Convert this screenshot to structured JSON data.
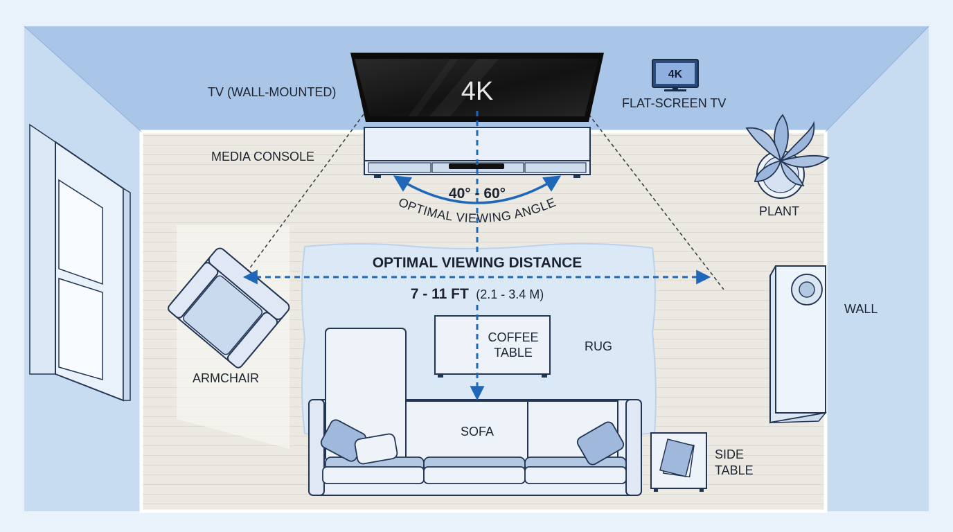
{
  "colors": {
    "background": "#e9f1fa",
    "back_wall": "#a9c6e8",
    "side_wall": "#c7dcf1",
    "floor": "#ece9e2",
    "rug": "#dbe8f5",
    "furniture_fill": "#e9f0f9",
    "furniture_stroke": "#223552",
    "accent_blue": "#1f67b8",
    "cushion": "#b3c8e3",
    "screen": "#151515"
  },
  "labels": {
    "tv_wall_mounted": "TV (WALL-MOUNTED)",
    "flat_screen_tv": "FLAT-SCREEN TV",
    "media_console": "MEDIA CONSOLE",
    "plant": "PLANT",
    "wall": "WALL",
    "armchair": "ARMCHAIR",
    "coffee_table_line1": "COFFEE",
    "coffee_table_line2": "TABLE",
    "rug": "RUG",
    "sofa": "SOFA",
    "side_table_line1": "SIDE",
    "side_table_line2": "TABLE"
  },
  "tv": {
    "screen_text": "4K",
    "icon_text": "4K"
  },
  "viewing_angle": {
    "range": "40° - 60°",
    "caption": "OPTIMAL VIEWING ANGLE"
  },
  "viewing_distance": {
    "title": "OPTIMAL VIEWING DISTANCE",
    "value_ft": "7 - 11 FT",
    "value_m": "(2.1 - 3.4 M)"
  },
  "icons": [
    "tv-icon",
    "plant-icon",
    "arrow-icon"
  ]
}
